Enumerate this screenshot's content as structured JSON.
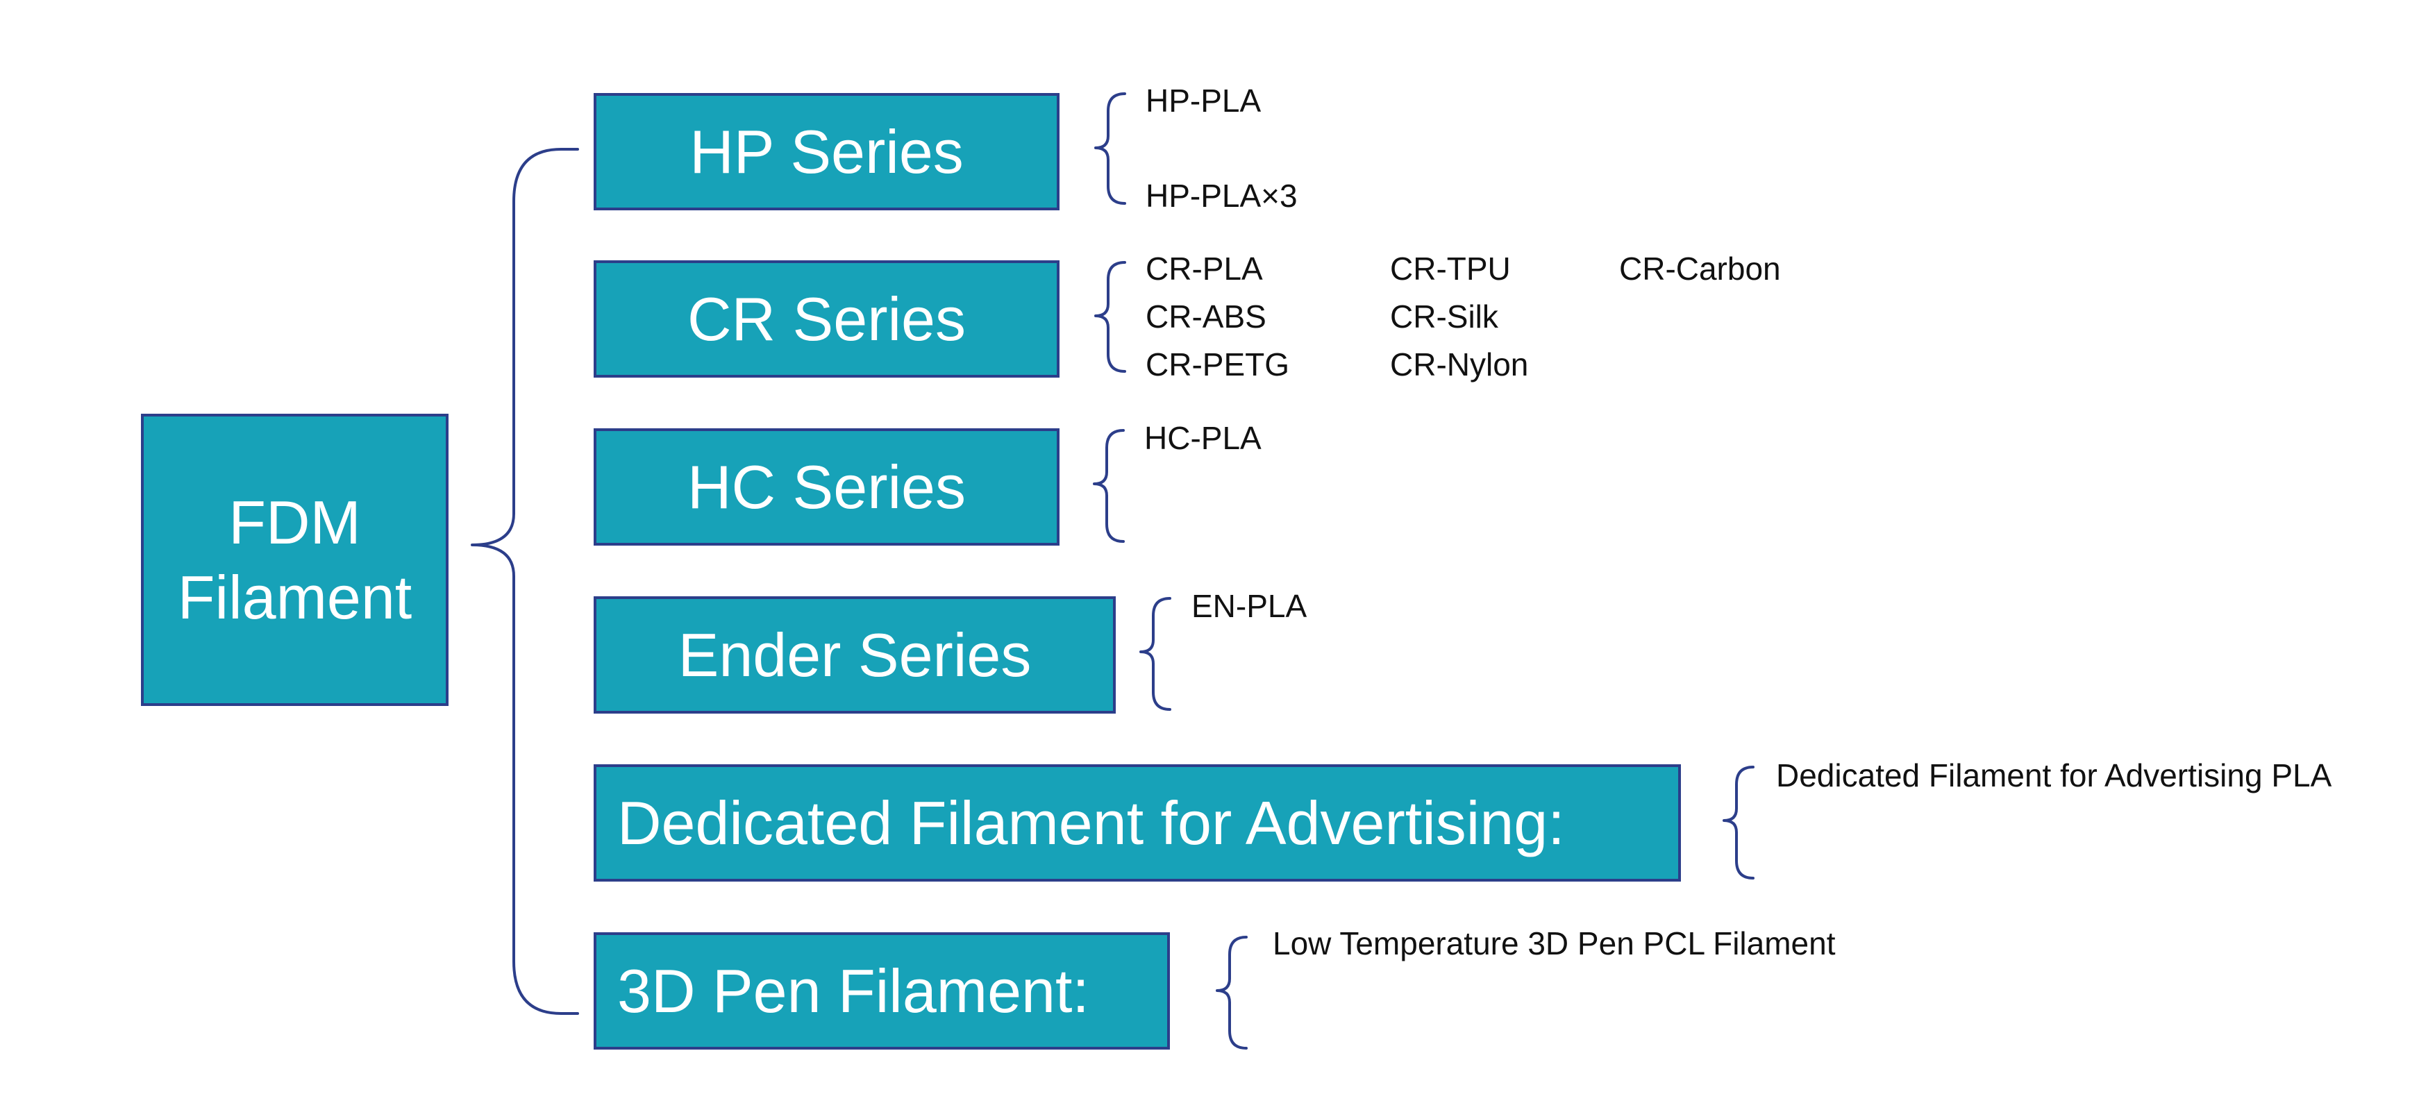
{
  "colors": {
    "box_fill": "#17a2b8",
    "box_border": "#2c3e8a",
    "connector": "#2c3e8a",
    "item_text": "#111111"
  },
  "root": {
    "line1": "FDM",
    "line2": "Filament"
  },
  "series": [
    {
      "label": "HP Series",
      "items": [
        "HP-PLA",
        "HP-PLA×3"
      ]
    },
    {
      "label": "CR Series",
      "items": [
        "CR-PLA",
        "CR-ABS",
        "CR-PETG",
        "CR-TPU",
        "CR-Silk",
        "CR-Nylon",
        "CR-Carbon"
      ]
    },
    {
      "label": "HC Series",
      "items": [
        "HC-PLA"
      ]
    },
    {
      "label": "Ender Series",
      "items": [
        "EN-PLA"
      ]
    },
    {
      "label": "Dedicated Filament for Advertising:",
      "items": [
        "Dedicated Filament for Advertising PLA"
      ]
    },
    {
      "label": "3D Pen Filament:",
      "items": [
        "Low Temperature 3D Pen PCL Filament"
      ]
    }
  ]
}
